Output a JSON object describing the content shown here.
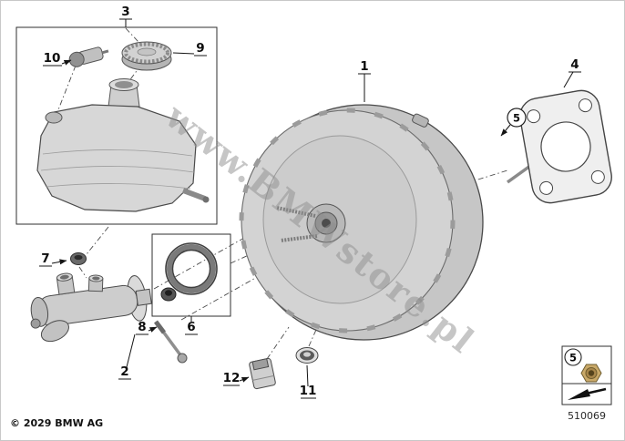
{
  "watermark": {
    "text": "www.BMWstore.pl"
  },
  "footer": {
    "copyright": "© 2029 BMW AG",
    "drawing_number": "510069"
  },
  "callouts": {
    "c1": "1",
    "c2": "2",
    "c3": "3",
    "c4": "4",
    "c5_gasket": "5",
    "c5_legend": "5",
    "c6": "6",
    "c7": "7",
    "c8": "8",
    "c9": "9",
    "c10": "10",
    "c11": "11",
    "c12": "12"
  },
  "colors": {
    "nut": "#c9a969",
    "nut_inner": "#a8874b",
    "watermark": "#8f8f8f"
  }
}
